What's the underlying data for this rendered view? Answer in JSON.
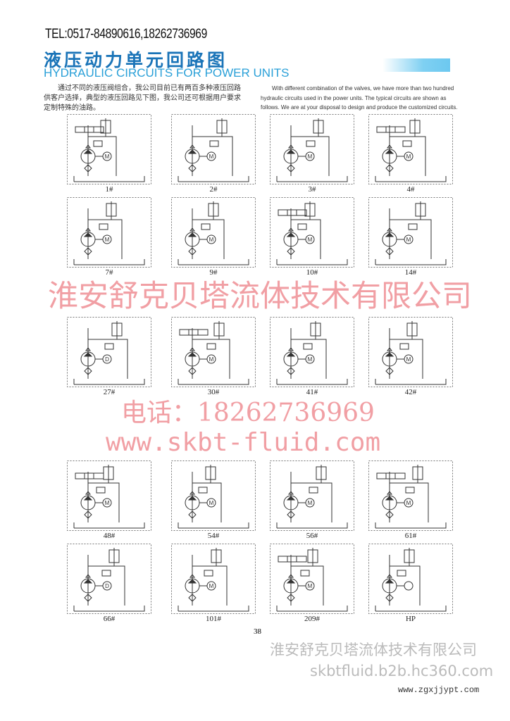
{
  "header": {
    "tel": "TEL:0517-84890616,18262736969",
    "title_cn": "液压动力单元回路图",
    "title_en": "HYDRAULIC  CIRCUITS FOR POWER UNITS"
  },
  "intro": {
    "cn": "通过不同的液压阀组合，我公司目前已有两百多种液压回路供客户选择，典型的液压回路见下图，我公司还可根据用户要求定制特殊的油路。",
    "en": "With different combination of the valves, we have more than two hundred hydraulic circuits used in the power units. The typical circuits are  shown as follows. We are at your disposal to design and produce the customized circuits."
  },
  "circuits": [
    {
      "label": "1#",
      "motor": "M"
    },
    {
      "label": "2#",
      "motor": "M"
    },
    {
      "label": "3#",
      "motor": "M"
    },
    {
      "label": "4#",
      "motor": "M"
    },
    {
      "label": "7#",
      "motor": "M"
    },
    {
      "label": "9#",
      "motor": "M"
    },
    {
      "label": "10#",
      "motor": "M"
    },
    {
      "label": "14#",
      "motor": "M"
    },
    {
      "label": "27#",
      "motor": "D"
    },
    {
      "label": "30#",
      "motor": "M"
    },
    {
      "label": "41#",
      "motor": "M"
    },
    {
      "label": "42#",
      "motor": "M"
    },
    {
      "label": "48#",
      "motor": "M"
    },
    {
      "label": "54#",
      "motor": "M"
    },
    {
      "label": "56#",
      "motor": "M"
    },
    {
      "label": "61#",
      "motor": "M"
    },
    {
      "label": "66#",
      "motor": "D"
    },
    {
      "label": "101#",
      "motor": "M"
    },
    {
      "label": "209#",
      "motor": "M"
    },
    {
      "label": "HP",
      "motor": ""
    }
  ],
  "page_number": "38",
  "watermarks": {
    "company": "淮安舒克贝塔流体技术有限公司",
    "phone": "电话：18262736969",
    "url": "www.skbt-fluid.com",
    "footer_company": "淮安舒克贝塔流体技术有限公司",
    "footer_url1": "www.zgxjjypt.com",
    "footer_url2": "skbtfluid.b2b.hc360.com"
  }
}
